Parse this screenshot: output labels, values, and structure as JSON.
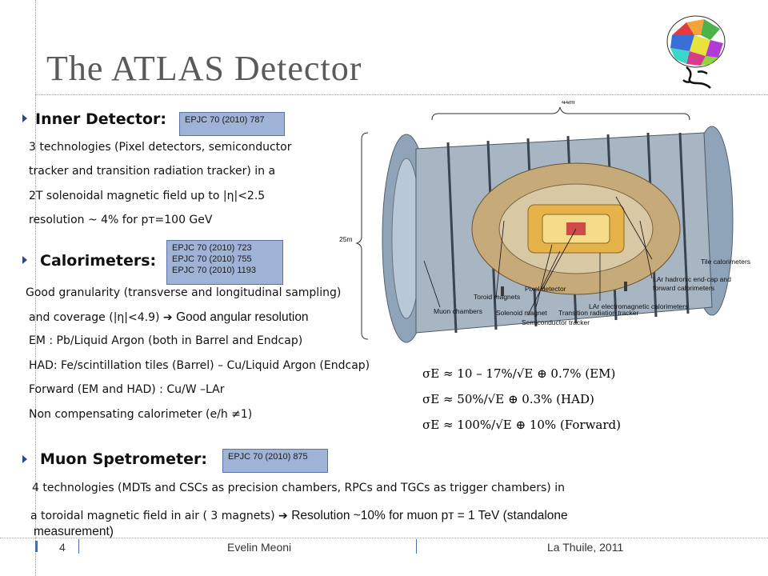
{
  "slide": {
    "title": "The ATLAS Detector",
    "inner_detector": {
      "heading": "Inner Detector:",
      "ref": "EPJC 70 (2010) 787",
      "lines": [
        "3 technologies (Pixel detectors, semiconductor",
        "tracker and transition radiation tracker) in a",
        "2T solenoidal magnetic field up to |η|<2.5",
        "resolution  ~ 4% for pᴛ=100 GeV"
      ]
    },
    "calorimeters": {
      "heading": "Calorimeters:",
      "refs": [
        "EPJC 70 (2010) 723",
        "EPJC 70 (2010) 755",
        "EPJC 70 (2010) 1193"
      ],
      "line1": "Good  granularity (transverse and  longitudinal sampling)",
      "line2_prefix": "and coverage (|η|<4.9)",
      "line2_arrow": "➔",
      "line2_suffix": "Good angular resolution",
      "lines": [
        "EM   :  Pb/Liquid Argon (both in Barrel and Endcap)",
        "HAD:  Fe/scintillation tiles  (Barrel) – Cu/Liquid Argon (Endcap)",
        "Forward (EM and HAD) :      Cu/W –LAr",
        "Non compensating calorimeter (e/h ≠1)"
      ]
    },
    "muon": {
      "heading": "Muon Spetrometer:",
      "ref": "EPJC 70 (2010) 875",
      "line1": "4  technologies (MDTs and CSCs as precision chambers, RPCs and TGCs as trigger chambers) in",
      "line2_prefix": "a toroidal magnetic field in air ( 3 magnets)",
      "line2_arrow": "➔",
      "line2_suffix": "Resolution ~10% for muon pᴛ = 1 TeV  (standalone",
      "line3": "measurement)"
    },
    "formulas": [
      "σE ≈ 10 – 17%/√E ⊕ 0.7% (EM)",
      "σE ≈  50%/√E ⊕ 0.3% (HAD)",
      "σE ≈ 100%/√E ⊕ 10% (Forward)"
    ],
    "figure": {
      "dim_length": "44m",
      "dim_height": "25m",
      "labels": {
        "tile": "Tile calorimeters",
        "lar_hadronic": "LAr hadronic end-cap and",
        "lar_forward": "forward calorimeters",
        "pixel": "Pixel detector",
        "lar_em": "LAr electromagnetic calorimeters",
        "toroid": "Toroid magnets",
        "muon": "Muon chambers",
        "solenoid": "Solenoid magnet",
        "trt": "Transition radiation tracker",
        "sct": "Semiconductor tracker"
      }
    },
    "footer": {
      "page": "4",
      "author": "Evelin Meoni",
      "event": "La Thuile, 2011"
    }
  }
}
